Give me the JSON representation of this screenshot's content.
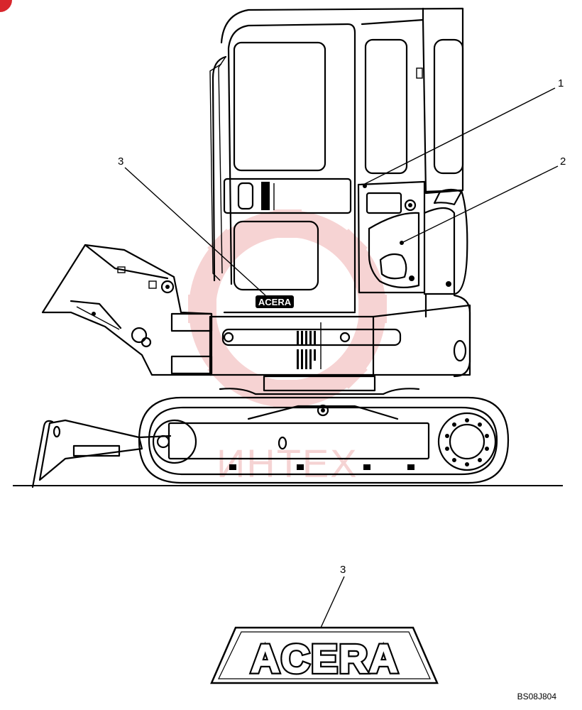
{
  "callouts": {
    "c1": "1",
    "c2": "2",
    "c3_top": "3",
    "c3_bottom": "3"
  },
  "decal_small_text": "ACERA",
  "decal_large_text": "ACERA",
  "watermark_text": "ИНТЕХ",
  "drawing_code": "BS08J804",
  "colors": {
    "line": "#000000",
    "watermark": "#f0b0b0",
    "badge": "#d8262c"
  }
}
